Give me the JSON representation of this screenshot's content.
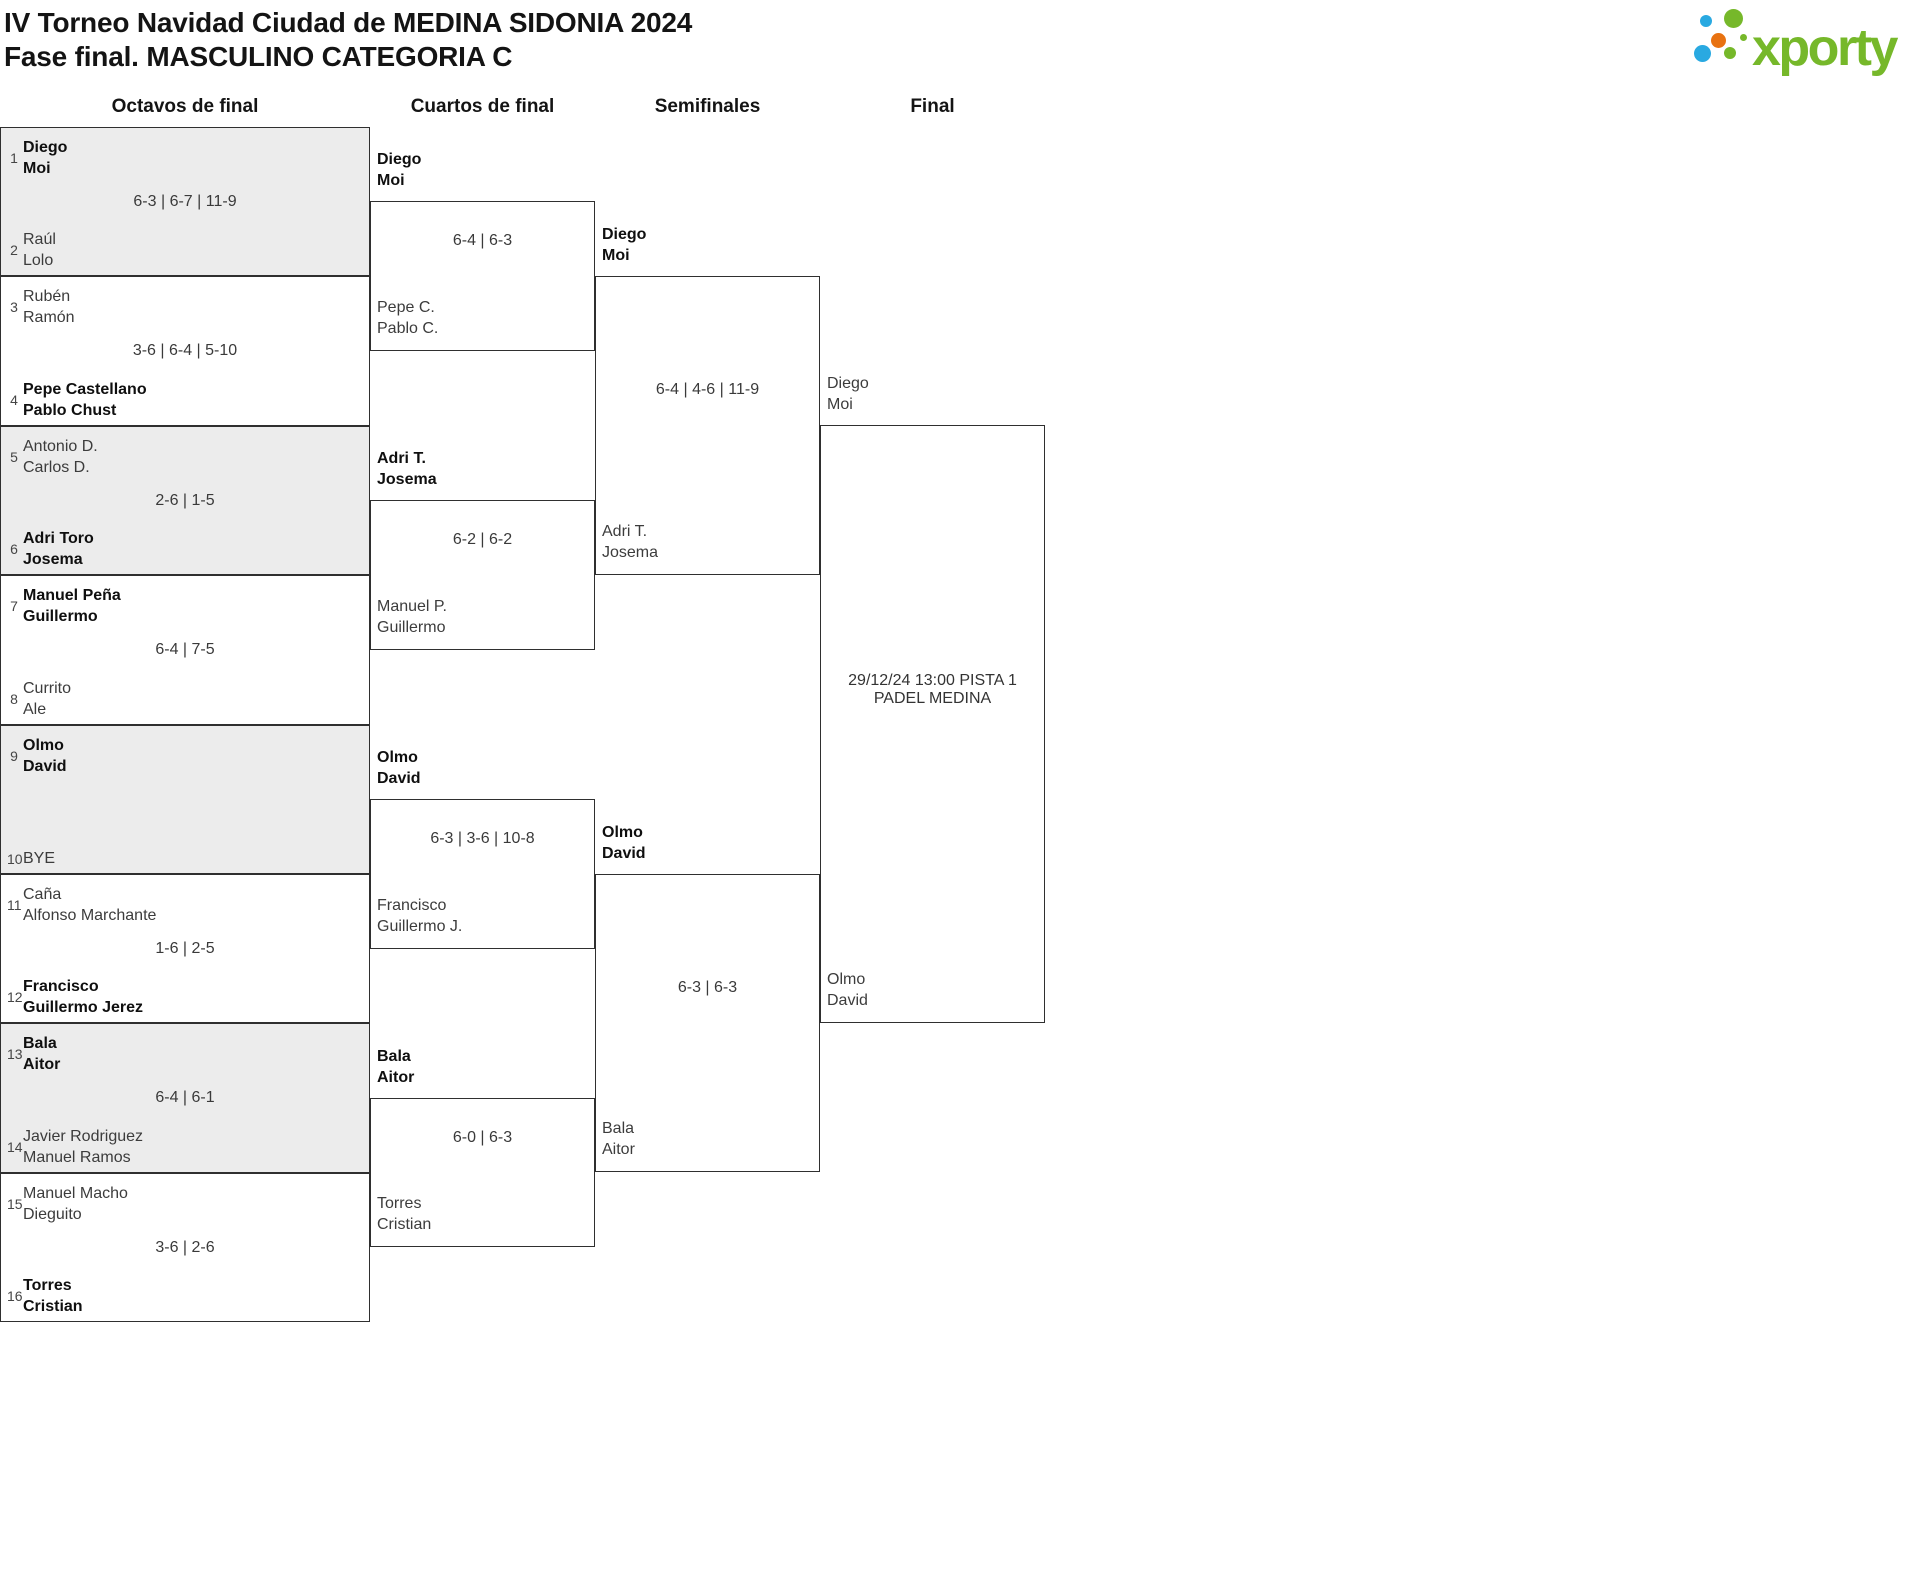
{
  "header": {
    "title_line1": "IV Torneo Navidad Ciudad de MEDINA SIDONIA 2024",
    "title_line2": "Fase final. MASCULINO CATEGORIA C"
  },
  "logo": {
    "text": "xporty",
    "green": "#76b82a",
    "blue": "#29a9e1",
    "orange": "#e87211"
  },
  "columns": {
    "octavos": "Octavos de final",
    "cuartos": "Cuartos de final",
    "semifinales": "Semifinales",
    "final": "Final"
  },
  "octavos": [
    {
      "seed_a": "1",
      "a1": "Diego",
      "a2": "Moi",
      "a_win": true,
      "score": "6-3 | 6-7 | 11-9",
      "seed_b": "2",
      "b1": "Raúl",
      "b2": "Lolo",
      "b_win": false
    },
    {
      "seed_a": "3",
      "a1": "Rubén",
      "a2": "Ramón",
      "a_win": false,
      "score": "3-6 | 6-4 | 5-10",
      "seed_b": "4",
      "b1": "Pepe Castellano",
      "b2": "Pablo Chust",
      "b_win": true
    },
    {
      "seed_a": "5",
      "a1": "Antonio D.",
      "a2": "Carlos D.",
      "a_win": false,
      "score": "2-6 | 1-5",
      "seed_b": "6",
      "b1": "Adri Toro",
      "b2": "Josema",
      "b_win": true
    },
    {
      "seed_a": "7",
      "a1": "Manuel Peña",
      "a2": "Guillermo",
      "a_win": true,
      "score": "6-4 | 7-5",
      "seed_b": "8",
      "b1": "Currito",
      "b2": "Ale",
      "b_win": false
    },
    {
      "seed_a": "9",
      "a1": "Olmo",
      "a2": "David",
      "a_win": true,
      "score": "",
      "seed_b": "10",
      "b1": "BYE",
      "b2": "",
      "b_win": false
    },
    {
      "seed_a": "11",
      "a1": "Caña",
      "a2": "Alfonso Marchante",
      "a_win": false,
      "score": "1-6 | 2-5",
      "seed_b": "12",
      "b1": "Francisco",
      "b2": "Guillermo Jerez",
      "b_win": true
    },
    {
      "seed_a": "13",
      "a1": "Bala",
      "a2": "Aitor",
      "a_win": true,
      "score": "6-4 | 6-1",
      "seed_b": "14",
      "b1": "Javier Rodriguez",
      "b2": "Manuel Ramos",
      "b_win": false
    },
    {
      "seed_a": "15",
      "a1": "Manuel Macho",
      "a2": "Dieguito",
      "a_win": false,
      "score": "3-6 | 2-6",
      "seed_b": "16",
      "b1": "Torres",
      "b2": "Cristian",
      "b_win": true
    }
  ],
  "cuartos": [
    {
      "a1": "Diego",
      "a2": "Moi",
      "a_win": true,
      "score": "6-4 | 6-3",
      "b1": "Pepe C.",
      "b2": "Pablo C.",
      "b_win": false
    },
    {
      "a1": "Adri T.",
      "a2": "Josema",
      "a_win": true,
      "score": "6-2 | 6-2",
      "b1": "Manuel P.",
      "b2": "Guillermo",
      "b_win": false
    },
    {
      "a1": "Olmo",
      "a2": "David",
      "a_win": true,
      "score": "6-3 | 3-6 | 10-8",
      "b1": "Francisco",
      "b2": "Guillermo J.",
      "b_win": false
    },
    {
      "a1": "Bala",
      "a2": "Aitor",
      "a_win": true,
      "score": "6-0 | 6-3",
      "b1": "Torres",
      "b2": "Cristian",
      "b_win": false
    }
  ],
  "semifinales": [
    {
      "a1": "Diego",
      "a2": "Moi",
      "a_win": true,
      "score": "6-4 | 4-6 | 11-9",
      "b1": "Adri T.",
      "b2": "Josema",
      "b_win": false
    },
    {
      "a1": "Olmo",
      "a2": "David",
      "a_win": true,
      "score": "6-3 | 6-3",
      "b1": "Bala",
      "b2": "Aitor",
      "b_win": false
    }
  ],
  "final": {
    "a1": "Diego",
    "a2": "Moi",
    "a_win": false,
    "b1": "Olmo",
    "b2": "David",
    "b_win": false,
    "info1": "29/12/24 13:00 PISTA 1",
    "info2": "PADEL MEDINA"
  }
}
